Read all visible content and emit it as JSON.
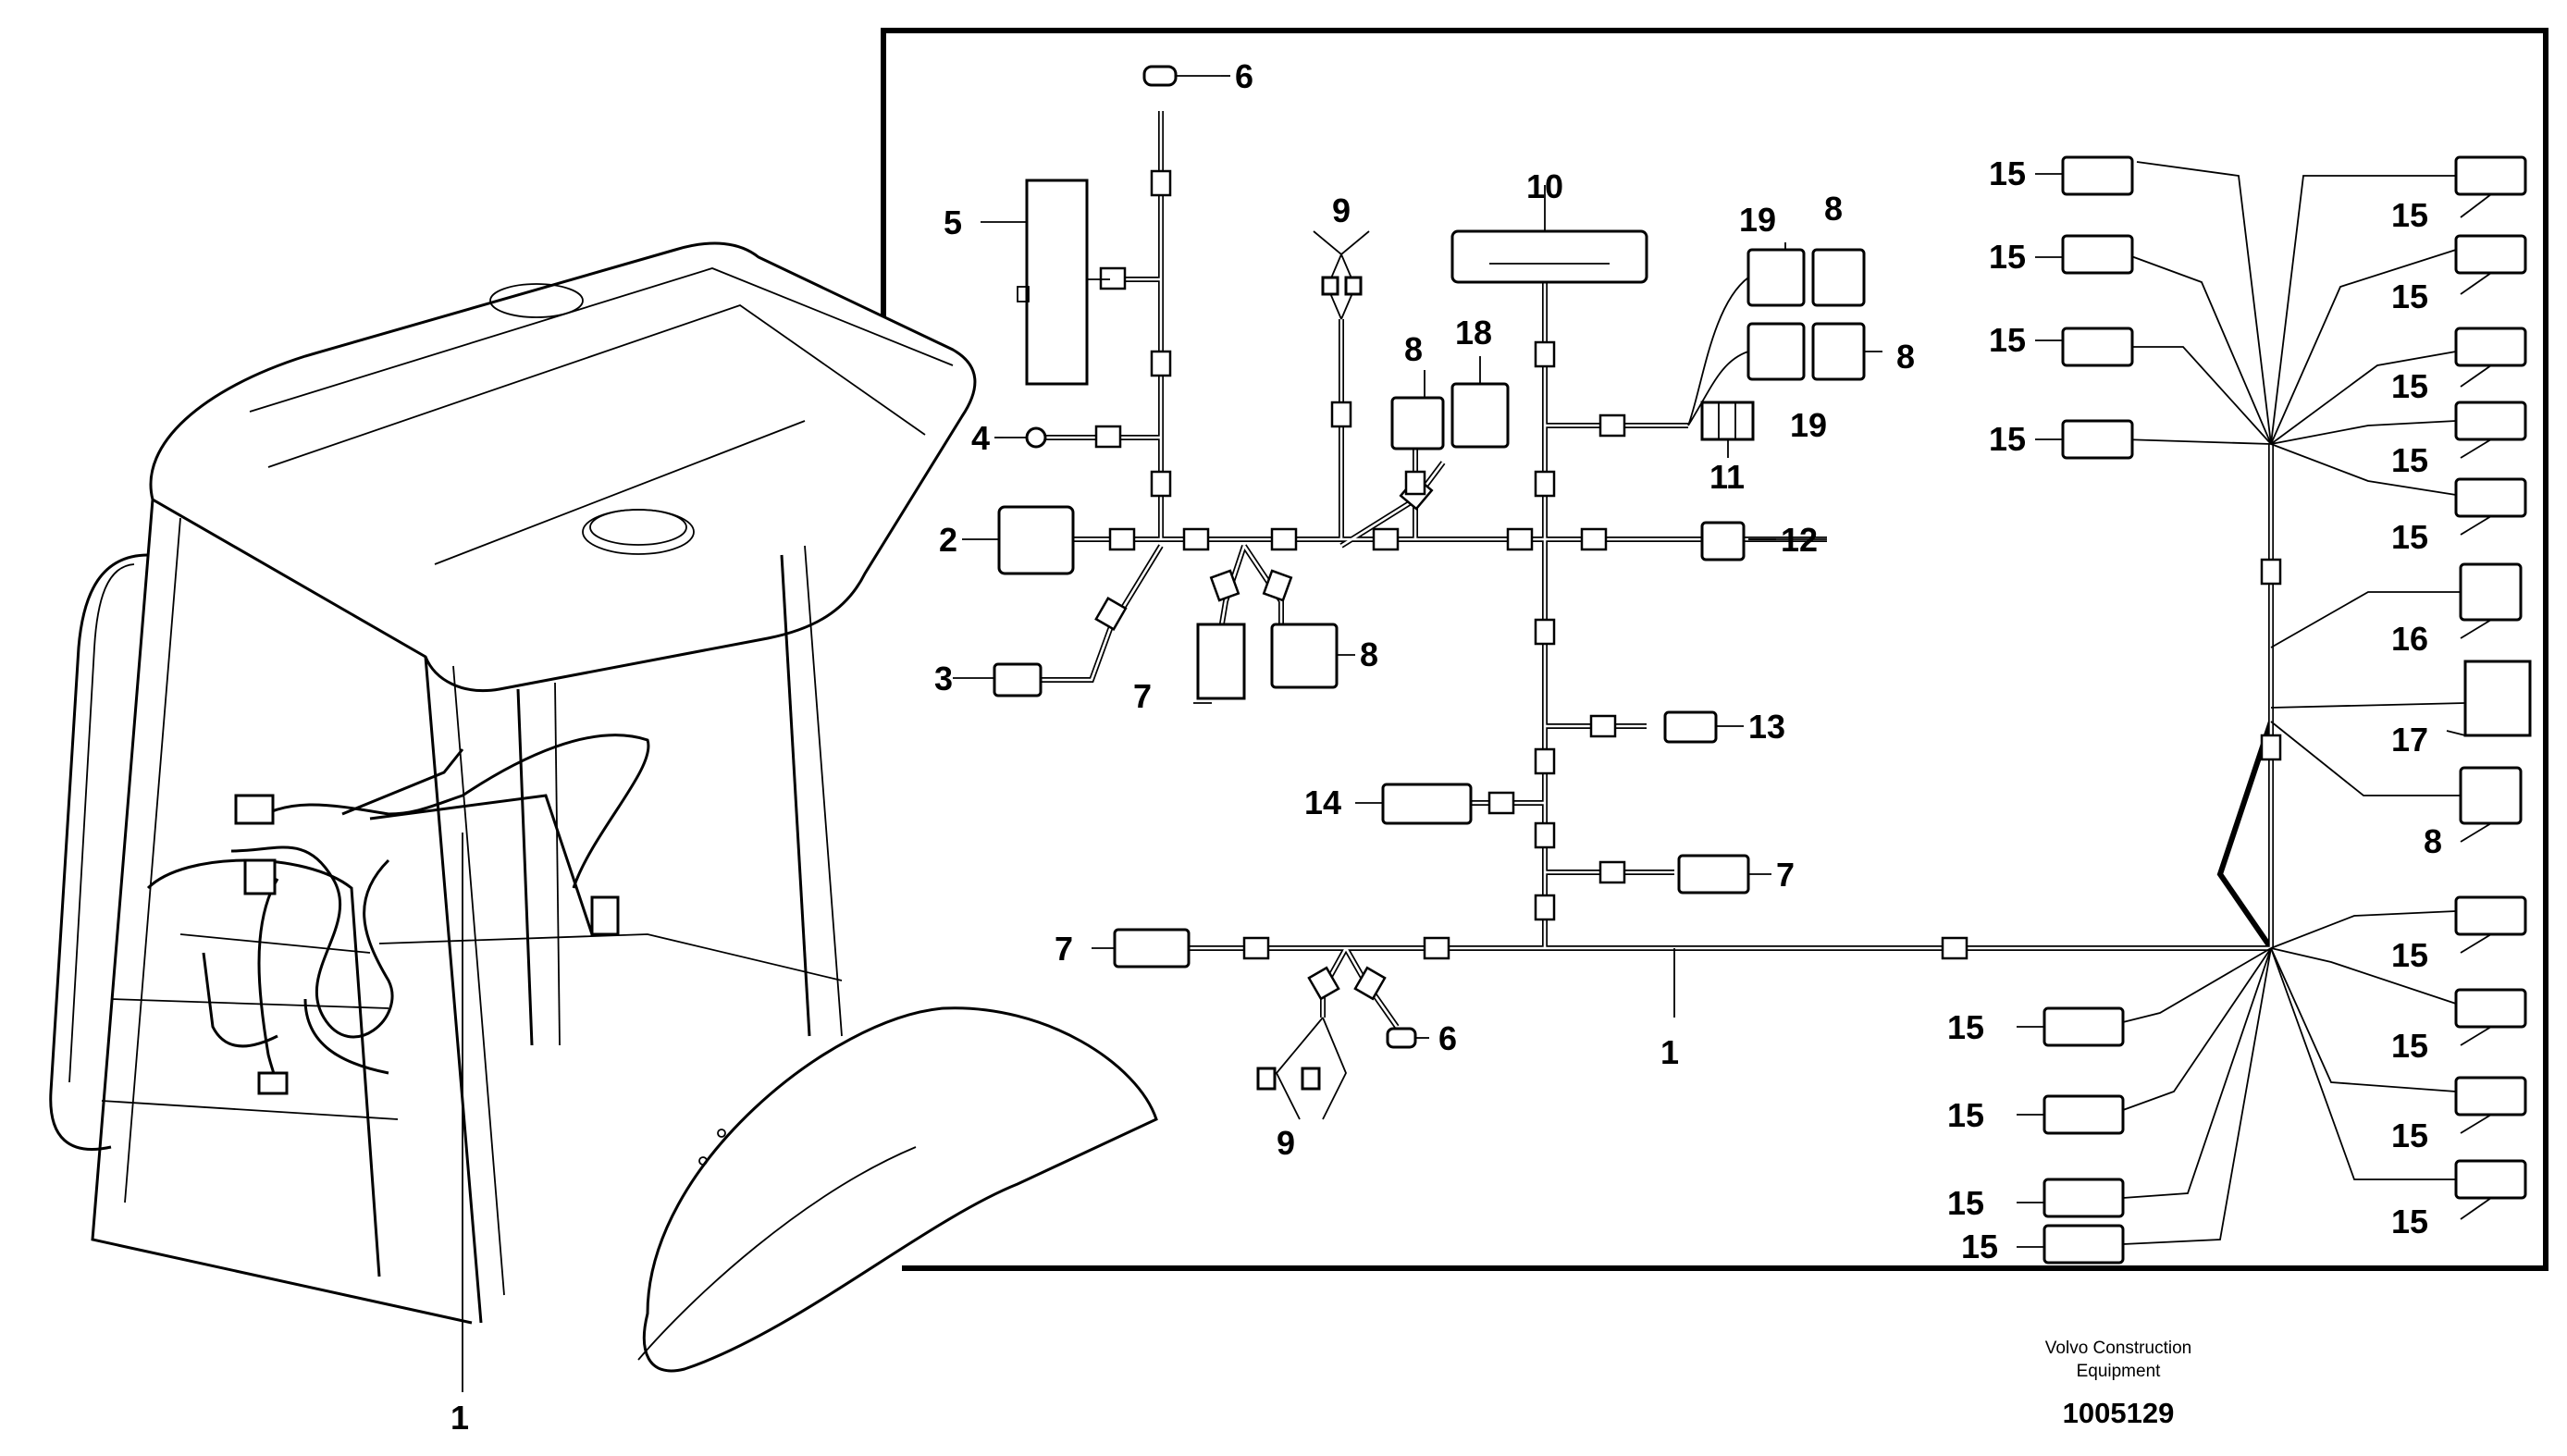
{
  "figure": {
    "publisher_line1": "Volvo Construction",
    "publisher_line2": "Equipment",
    "document_number": "1005129"
  },
  "callouts": {
    "c1": "1",
    "c2": "2",
    "c3": "3",
    "c4": "4",
    "c5": "5",
    "c6": "6",
    "c7": "7",
    "c8": "8",
    "c9": "9",
    "c10": "10",
    "c11": "11",
    "c12": "12",
    "c13": "13",
    "c14": "14",
    "c15": "15",
    "c16": "16",
    "c17": "17",
    "c18": "18",
    "c19": "19"
  }
}
